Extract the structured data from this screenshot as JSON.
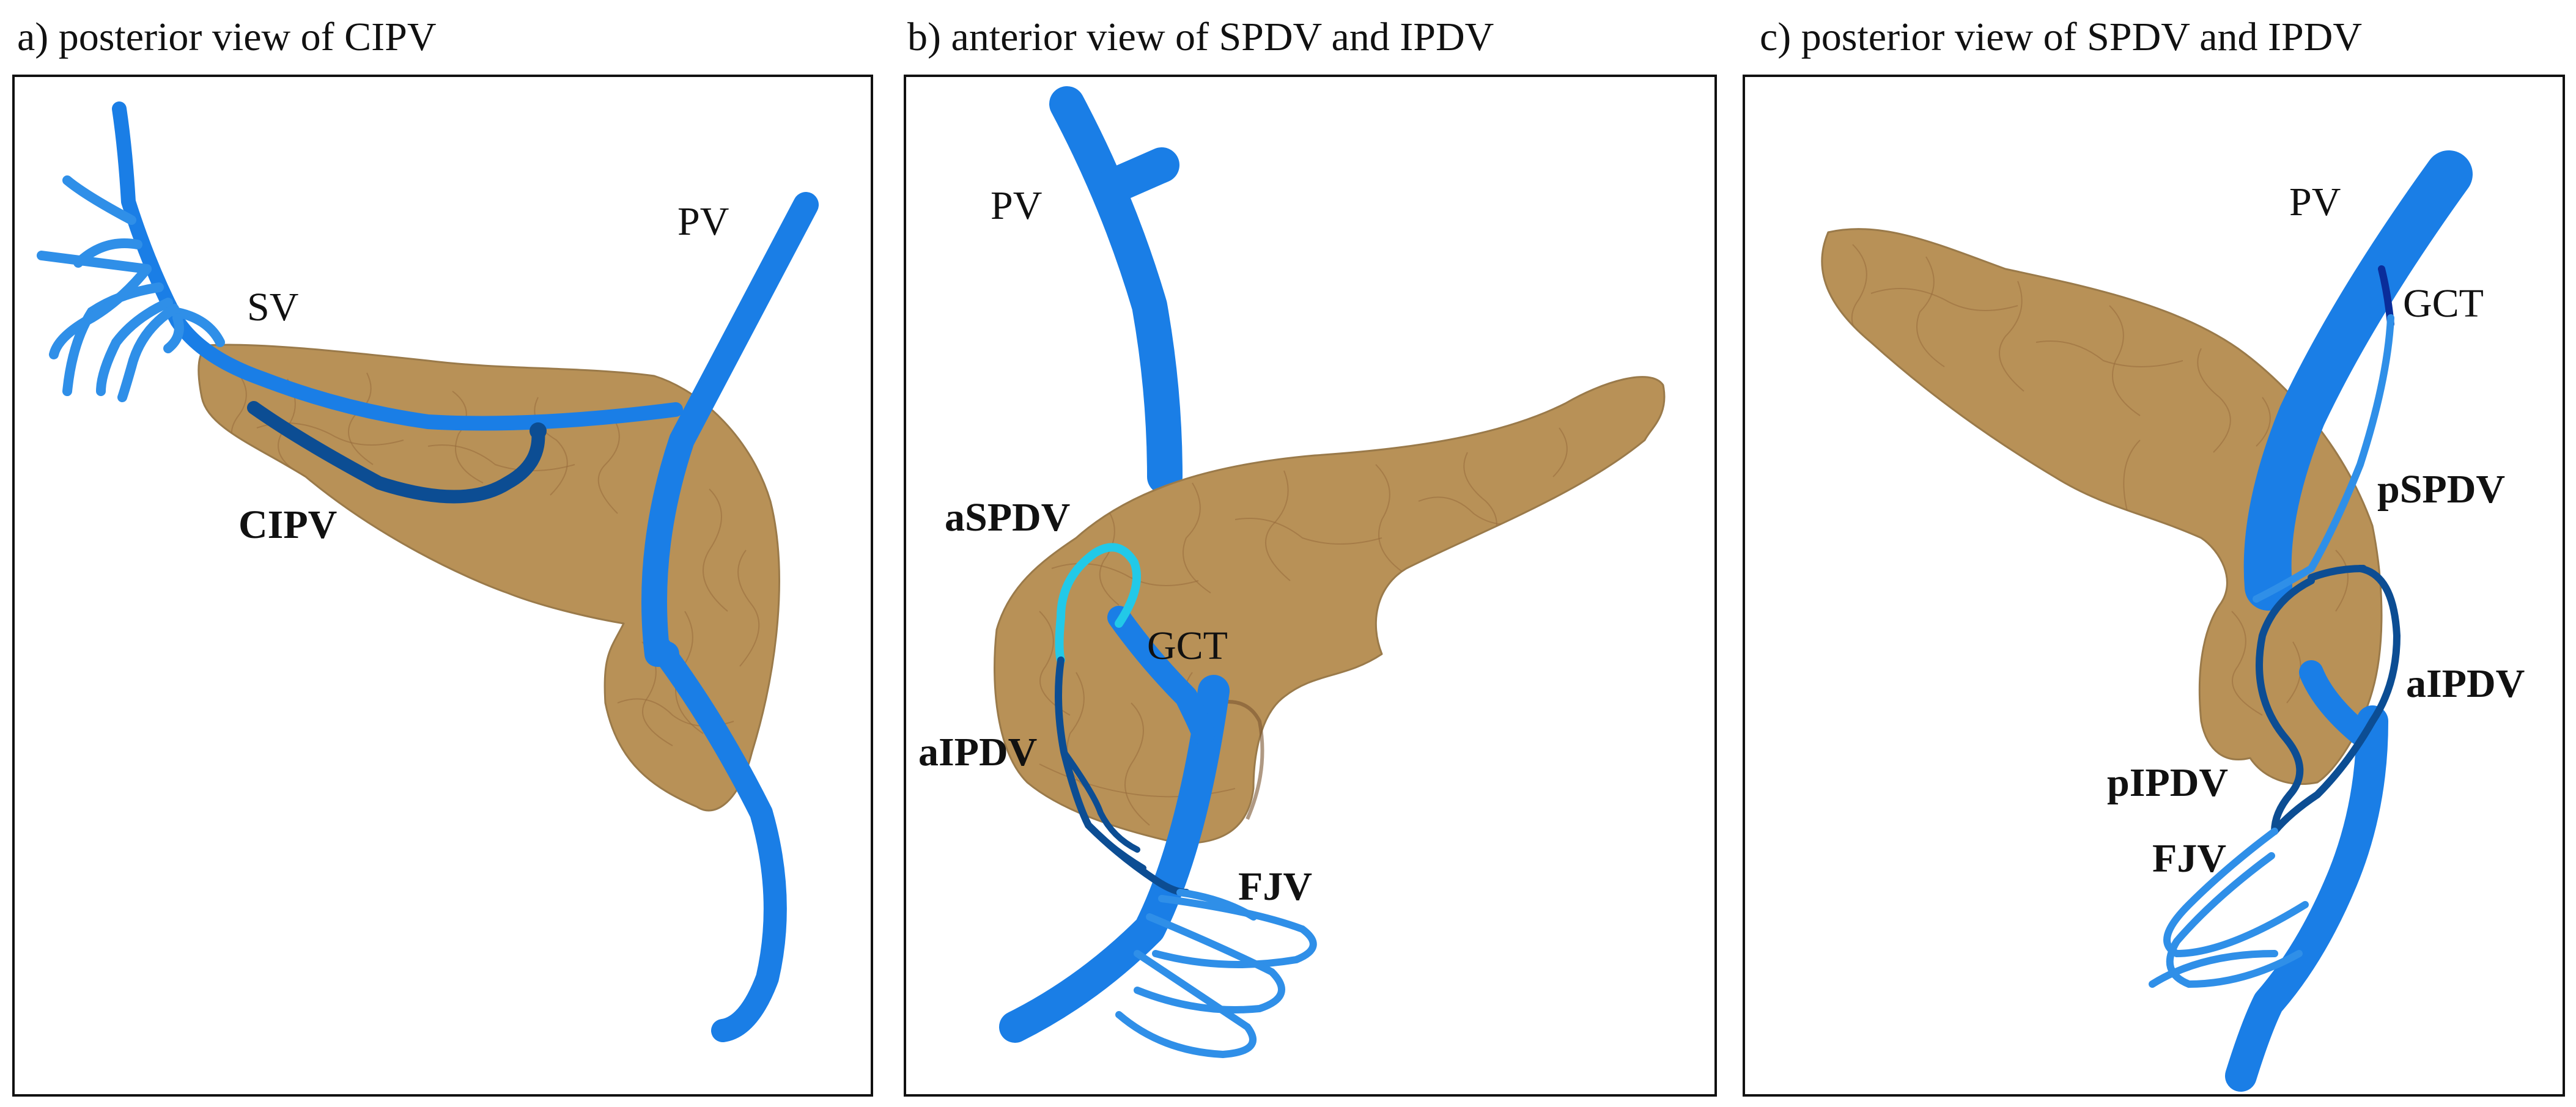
{
  "colors": {
    "pancreas": "#b89157",
    "vein_main": "#1a7ee6",
    "vein_light": "#2f8fe8",
    "vein_dark": "#0c4d93",
    "vein_cyan": "#22c9e8",
    "vein_navy": "#0a2d9a"
  },
  "panels": [
    {
      "title": "a) posterior view of CIPV",
      "labels": {
        "pv": "PV",
        "sv": "SV",
        "cipv": "CIPV"
      }
    },
    {
      "title": "b) anterior view of SPDV and IPDV",
      "labels": {
        "pv": "PV",
        "aspdv": "aSPDV",
        "gct": "GCT",
        "aipdv": "aIPDV",
        "fjv": "FJV"
      }
    },
    {
      "title": "c) posterior view of SPDV and IPDV",
      "labels": {
        "pv": "PV",
        "gct": "GCT",
        "pspdv": "pSPDV",
        "aipdv": "aIPDV",
        "pipdv": "pIPDV",
        "fjv": "FJV"
      }
    }
  ]
}
